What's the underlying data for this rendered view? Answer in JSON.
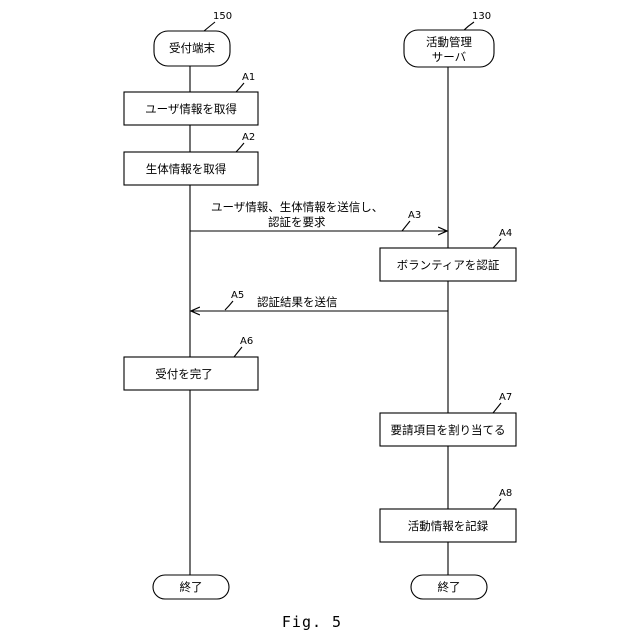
{
  "figure_caption": "Fig. 5",
  "lifelines": {
    "terminal": {
      "ref": "150",
      "label": "受付端末",
      "end": "終了"
    },
    "server": {
      "ref": "130",
      "label_line1": "活動管理",
      "label_line2": "サーバ",
      "end": "終了"
    }
  },
  "steps": {
    "a1": {
      "tag": "A1",
      "label": "ユーザ情報を取得"
    },
    "a2": {
      "tag": "A2",
      "label": "生体情報を取得"
    },
    "a3": {
      "tag": "A3",
      "label_line1": "ユーザ情報、生体情報を送信し、",
      "label_line2": "認証を要求"
    },
    "a4": {
      "tag": "A4",
      "label": "ボランティアを認証"
    },
    "a5": {
      "tag": "A5",
      "label": "認証結果を送信"
    },
    "a6": {
      "tag": "A6",
      "label": "受付を完了"
    },
    "a7": {
      "tag": "A7",
      "label": "要請項目を割り当てる"
    },
    "a8": {
      "tag": "A8",
      "label": "活動情報を記録"
    }
  }
}
